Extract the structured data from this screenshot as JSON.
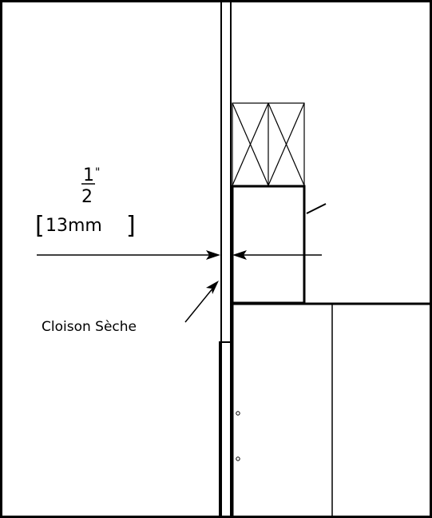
{
  "diagram": {
    "dimension": {
      "numerator": "1",
      "inch_mark": "\"",
      "denominator": "2",
      "metric": "13mm"
    },
    "callouts": {
      "drywall": "Cloison Sèche"
    },
    "colors": {
      "line": "#000000",
      "background": "#ffffff"
    }
  }
}
